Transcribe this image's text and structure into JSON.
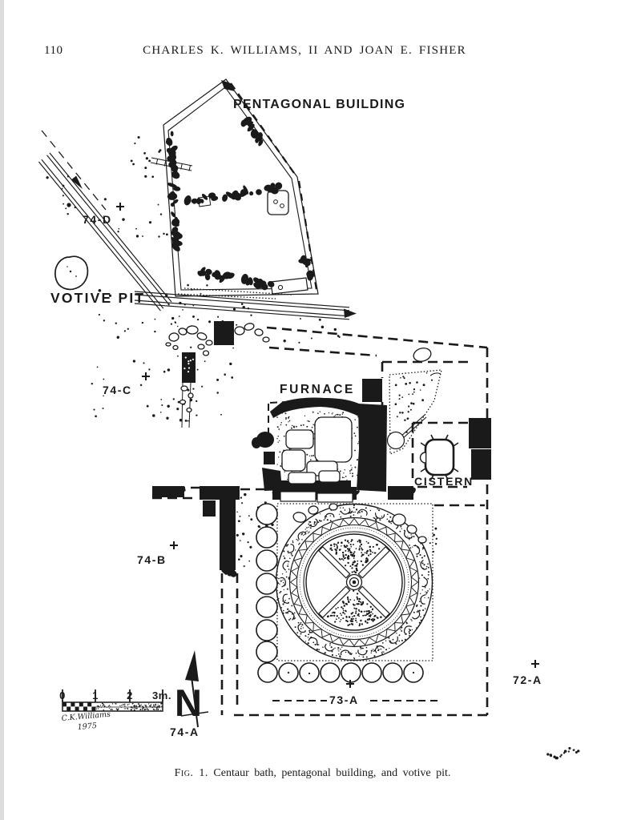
{
  "page": {
    "number": "110",
    "running_head": "CHARLES K. WILLIAMS, II AND JOAN E. FISHER",
    "caption_label": "Fig. 1.",
    "caption_text": "Centaur bath, pentagonal building, and votive pit."
  },
  "plan": {
    "labels": {
      "pentagonal_building": "PENTAGONAL BUILDING",
      "votive_pit": "VOTIVE PIT",
      "furnace": "FURNACE",
      "cistern": "CISTERN"
    },
    "grid_refs": {
      "d74": "74-D",
      "c74": "74-C",
      "b74": "74-B",
      "a74": "74-A",
      "a73": "73-A",
      "a72": "72-A"
    },
    "north": "N",
    "scale": {
      "t0": "0",
      "t1": "1",
      "t2": "2",
      "t3": "3m."
    },
    "signature": "C.K.Williams",
    "year": "1975",
    "ink": "#1a1a1a",
    "paper": "#ffffff"
  }
}
